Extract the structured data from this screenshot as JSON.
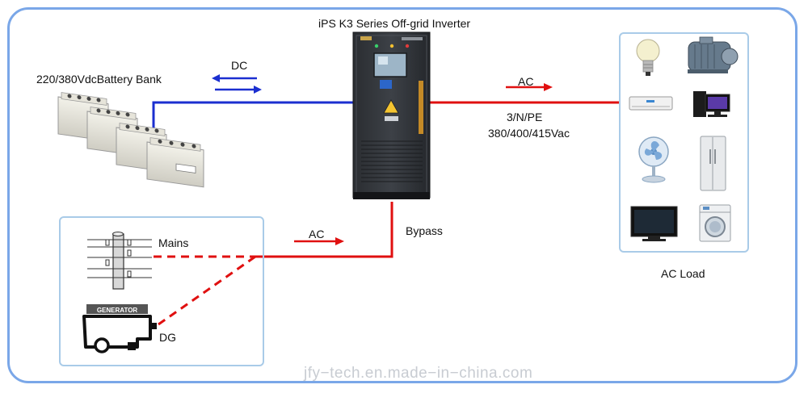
{
  "diagram": {
    "title": "iPS K3 Series Off-grid Inverter",
    "battery_label": "220/380VdcBattery Bank",
    "dc_label": "DC",
    "ac_output_label": "AC",
    "output_spec_line1": "3/N/PE",
    "output_spec_line2": "380/400/415Vac",
    "bypass_label": "Bypass",
    "ac_input_label": "AC",
    "mains_label": "Mains",
    "dg_label": "DG",
    "load_label": "AC Load",
    "generator_text": "GENERATOR",
    "watermark": "jfy−tech.en.made−in−china.com"
  },
  "colors": {
    "dc_line": "#1b2fd0",
    "ac_line": "#e01010",
    "frame": "#7aa7e8",
    "box_border": "#a9cbe8"
  }
}
